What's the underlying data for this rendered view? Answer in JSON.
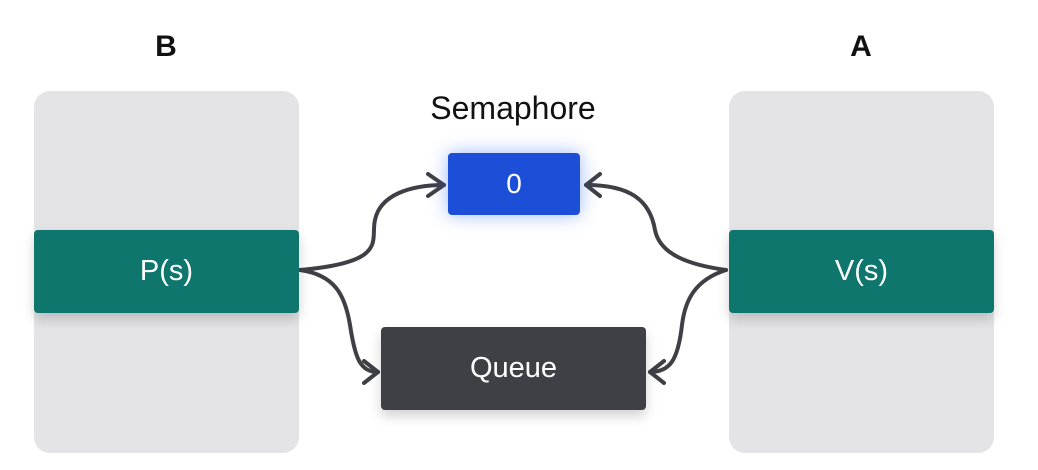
{
  "process_b": {
    "title": "B",
    "operation": "P(s)"
  },
  "process_a": {
    "title": "A",
    "operation": "V(s)"
  },
  "semaphore": {
    "label": "Semaphore",
    "value": "0"
  },
  "queue": {
    "label": "Queue"
  },
  "colors": {
    "lane": "#e4e4e7",
    "operation": "#0f766e",
    "semaphore": "#1d4ed8",
    "queue": "#3f3f46",
    "edge": "#3f3f46"
  }
}
